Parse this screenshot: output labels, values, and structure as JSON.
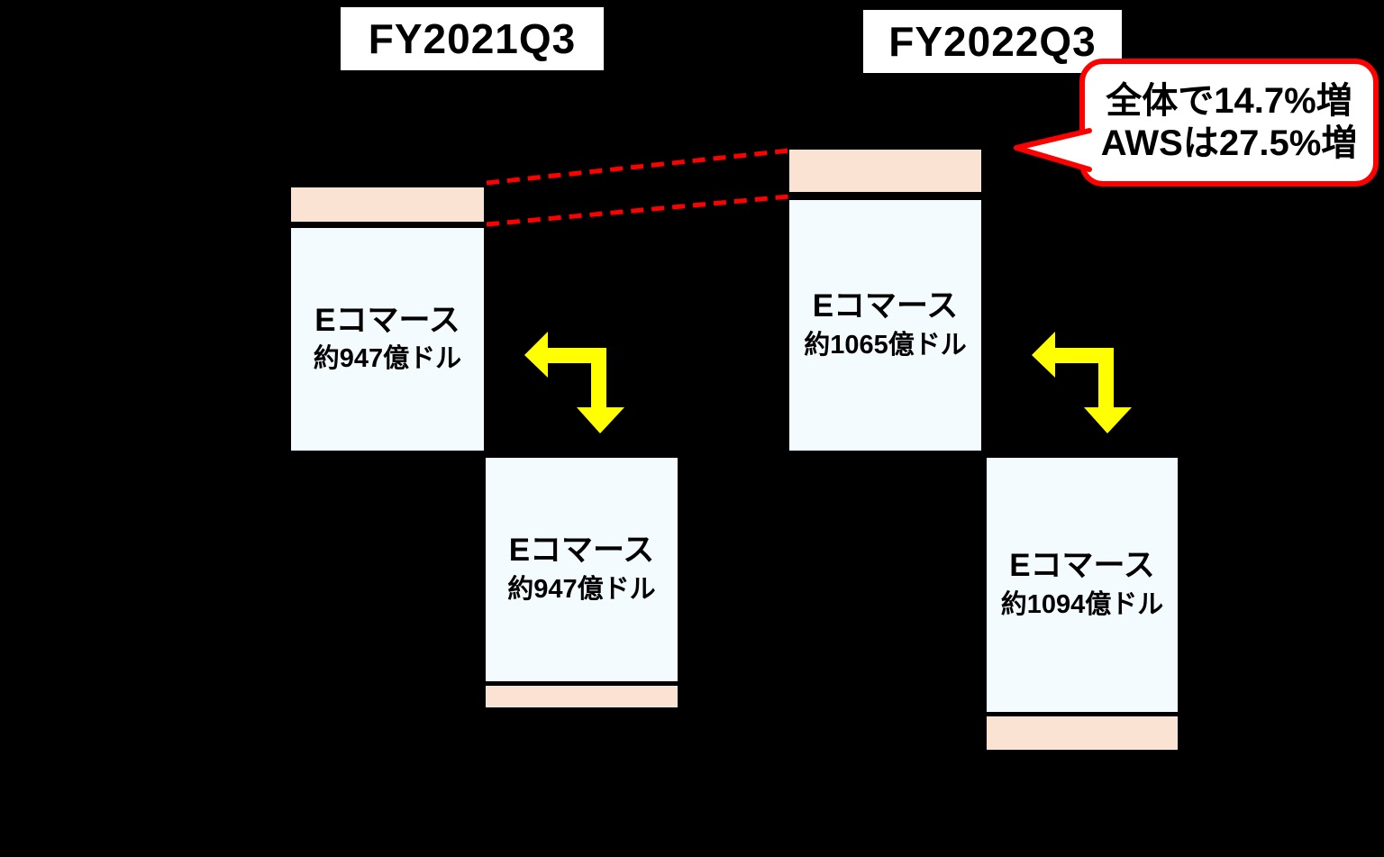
{
  "titles": {
    "left": "FY2021Q3",
    "right": "FY2022Q3"
  },
  "callout": {
    "line1": "全体で14.7%増",
    "line2": "AWSは27.5%増"
  },
  "bars": {
    "fy2021_revenue": {
      "label_line1": "Eコマース",
      "label_line2": "約947億ドル"
    },
    "fy2021_shifted": {
      "label_line1": "Eコマース",
      "label_line2": "約947億ドル"
    },
    "fy2022_revenue": {
      "label_line1": "Eコマース",
      "label_line2": "約1065億ドル"
    },
    "fy2022_shifted": {
      "label_line1": "Eコマース",
      "label_line2": "約1094億ドル"
    }
  },
  "colors": {
    "background": "#000000",
    "aws_segment_fill": "#FBE3D4",
    "ecommerce_segment_fill": "#F4FBFF",
    "accent_red": "#FF0000",
    "arrow_yellow": "#FFFF00",
    "title_box_fill": "#FFFFFF",
    "text": "#000000"
  },
  "icons": {
    "bent_arrow": "left-down-bent-arrow-icon",
    "connector": "red-dashed-connector-line",
    "callout_tail": "speech-bubble-tail"
  },
  "chart_data": {
    "type": "bar",
    "stacked": true,
    "legend": false,
    "groups": [
      {
        "period": "FY2021Q3",
        "bars": [
          {
            "role": "revenue-stack",
            "segments": [
              {
                "segment": "AWS",
                "color": "#FBE3D4",
                "value_label": ""
              },
              {
                "segment": "Eコマース",
                "color": "#F4FBFF",
                "value_label": "約947億ドル",
                "value": 947
              }
            ]
          },
          {
            "role": "shifted-stack",
            "segments": [
              {
                "segment": "Eコマース",
                "color": "#F4FBFF",
                "value_label": "約947億ドル",
                "value": 947
              },
              {
                "segment": "AWS",
                "color": "#FBE3D4",
                "value_label": ""
              }
            ]
          }
        ]
      },
      {
        "period": "FY2022Q3",
        "bars": [
          {
            "role": "revenue-stack",
            "segments": [
              {
                "segment": "AWS",
                "color": "#FBE3D4",
                "value_label": ""
              },
              {
                "segment": "Eコマース",
                "color": "#F4FBFF",
                "value_label": "約1065億ドル",
                "value": 1065
              }
            ]
          },
          {
            "role": "shifted-stack",
            "segments": [
              {
                "segment": "Eコマース",
                "color": "#F4FBFF",
                "value_label": "約1094億ドル",
                "value": 1094
              },
              {
                "segment": "AWS",
                "color": "#FBE3D4",
                "value_label": ""
              }
            ]
          }
        ]
      }
    ],
    "annotations": [
      "全体で14.7%増",
      "AWSは27.5%増"
    ],
    "value_unit_label": "億ドル"
  }
}
